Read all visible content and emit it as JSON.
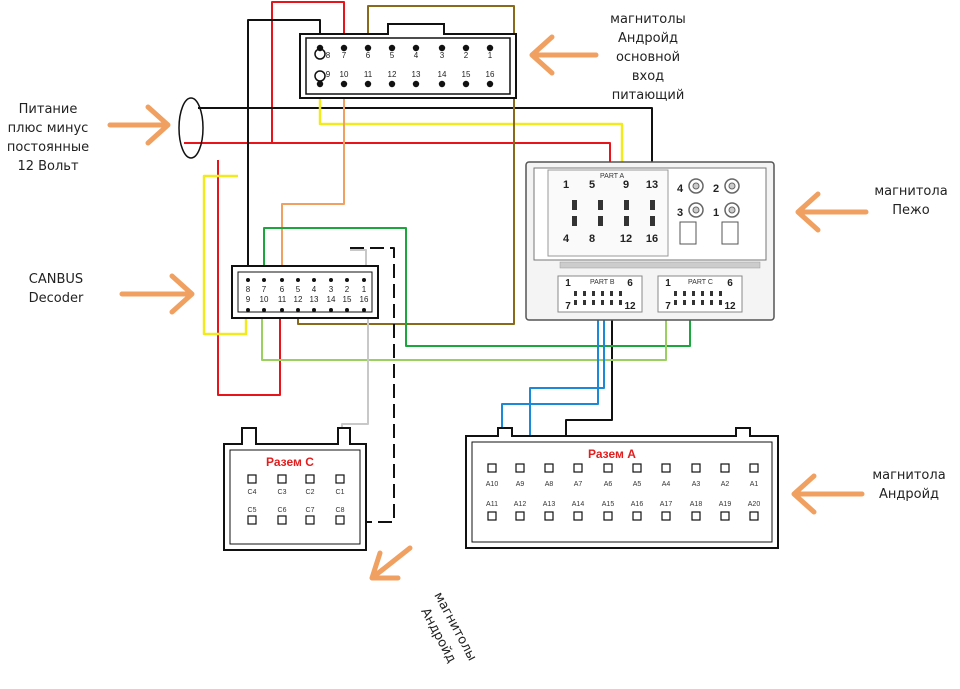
{
  "labels": {
    "power": [
      "Питание",
      "плюс минус",
      "постоянные",
      "12 Вольт"
    ],
    "canbus": [
      "CANBUS",
      "Decoder"
    ],
    "android_main": [
      "магнитолы",
      "Андройд",
      "основной",
      "вход",
      "питающий"
    ],
    "peugeot": [
      "магнитола",
      "Пежо"
    ],
    "android_a": [
      "магнитола",
      "Андройд"
    ],
    "android_c": [
      "магнитолы",
      "Андройд"
    ]
  },
  "connectors": {
    "top16": {
      "row1": [
        "8",
        "7",
        "6",
        "5",
        "4",
        "3",
        "2",
        "1"
      ],
      "row2": [
        "9",
        "10",
        "11",
        "12",
        "13",
        "14",
        "15",
        "16"
      ]
    },
    "canbus16": {
      "row1": [
        "8",
        "7",
        "6",
        "5",
        "4",
        "3",
        "2",
        "1"
      ],
      "row2": [
        "9",
        "10",
        "11",
        "12",
        "13",
        "14",
        "15",
        "16"
      ]
    },
    "peugeot": {
      "part_a_title": "PART A",
      "part_b_title": "PART B",
      "part_c_title": "PART C",
      "part_a": [
        "1",
        "5",
        "9",
        "13",
        "4",
        "8",
        "12",
        "16"
      ],
      "part_a_round": [
        "4",
        "2",
        "3",
        "1"
      ],
      "part_b": [
        "1",
        "6",
        "7",
        "12"
      ],
      "part_c": [
        "1",
        "6",
        "7",
        "12"
      ]
    },
    "razem_a": {
      "title": "Разем  А",
      "row1": [
        "A10",
        "A9",
        "A8",
        "A7",
        "A6",
        "A5",
        "A4",
        "A3",
        "A2",
        "A1"
      ],
      "row2": [
        "A11",
        "A12",
        "A13",
        "A14",
        "A15",
        "A16",
        "A17",
        "A18",
        "A19",
        "A20"
      ]
    },
    "razem_c": {
      "title": "Разем С",
      "row1": [
        "C4",
        "C3",
        "C2",
        "C1"
      ],
      "row2": [
        "C5",
        "C6",
        "C7",
        "C8"
      ]
    }
  },
  "colors": {
    "red": "#e8141c",
    "black": "#111111",
    "yellow": "#f2ea1c",
    "orange": "#f0a060",
    "brown": "#8a6a1a",
    "green": "#1aa83c",
    "lightgreen": "#9ad060",
    "blue": "#1a8ad8",
    "gray": "#c8c8c8",
    "arrow": "#f0a060"
  }
}
